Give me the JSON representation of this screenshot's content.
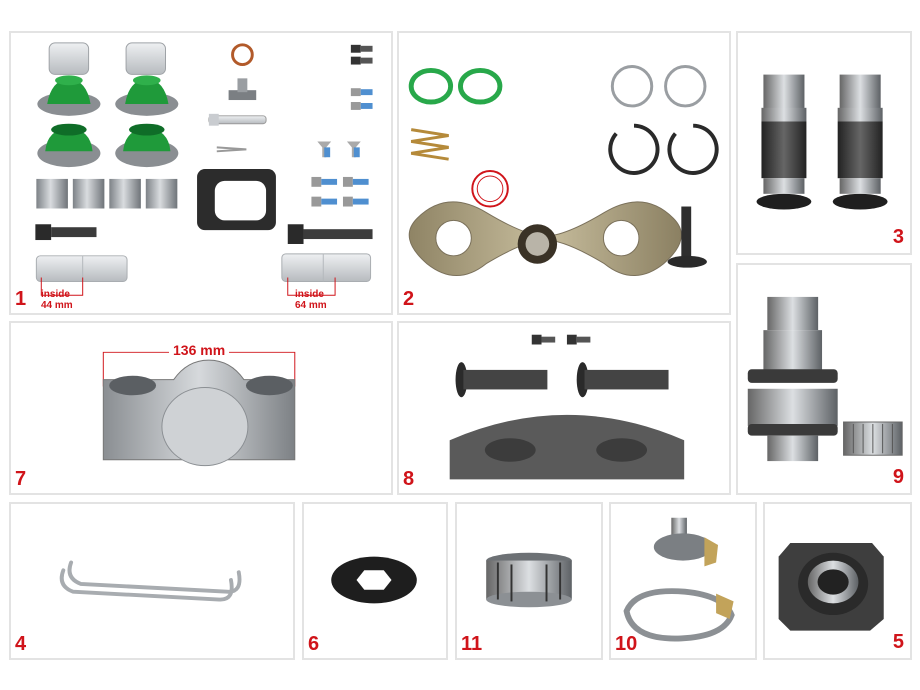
{
  "panels": {
    "p1": {
      "number": "1",
      "inside_left_label": "inside",
      "inside_left_value": "44 mm",
      "inside_right_label": "inside",
      "inside_right_value": "64 mm"
    },
    "p2": {
      "number": "2"
    },
    "p3": {
      "number": "3"
    },
    "p4": {
      "number": "4"
    },
    "p5": {
      "number": "5"
    },
    "p6": {
      "number": "6"
    },
    "p7": {
      "number": "7",
      "dimension": "136 mm"
    },
    "p8": {
      "number": "8"
    },
    "p9": {
      "number": "9"
    },
    "p10": {
      "number": "10"
    },
    "p11": {
      "number": "11"
    }
  },
  "colors": {
    "accent": "#d0141a",
    "green": "#1f9a3a",
    "steel": "#a8acb0",
    "dark": "#3a3a3a",
    "border": "#e3e3e3"
  }
}
